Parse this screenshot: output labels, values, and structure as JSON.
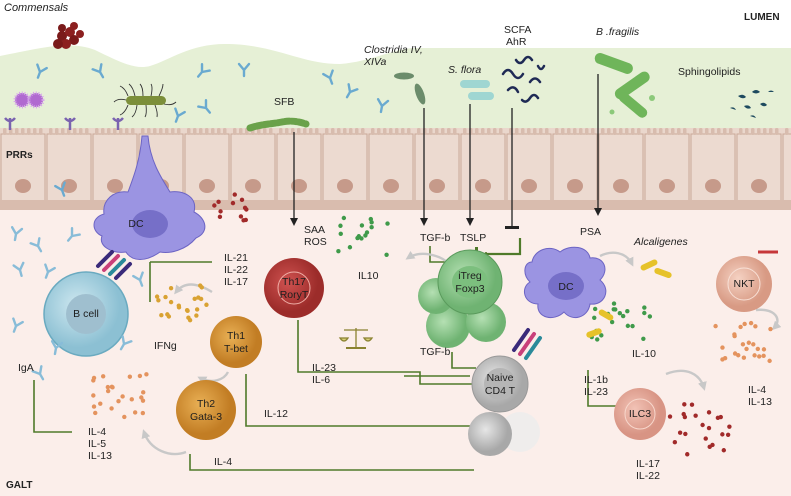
{
  "regions": {
    "commensals": "Commensals",
    "lumen": "LUMEN",
    "prrs": "PRRs",
    "galt": "GALT"
  },
  "microbes": {
    "sfb": "SFB",
    "clostridia": [
      "Clostridia IV,",
      "XIVa"
    ],
    "s_flora": "S. flora",
    "scfa": [
      "SCFA",
      "AhR"
    ],
    "b_fragilis": "B .fragilis",
    "sphingolipids": "Sphingolipids",
    "alcaligenes": "Alcaligenes"
  },
  "cells": {
    "dc_left": "DC",
    "b_cell": "B cell",
    "th17": [
      "Th17",
      "RoryT"
    ],
    "th1": [
      "Th1",
      "T-bet"
    ],
    "th2": [
      "Th2",
      "Gata-3"
    ],
    "itreg": [
      "iTreg",
      "Foxp3"
    ],
    "dc_right": "DC",
    "naive": [
      "Naive",
      "CD4 T"
    ],
    "ilc3": "ILC3",
    "nkt": "NKT"
  },
  "signals": {
    "saa_ros": [
      "SAA",
      "ROS"
    ],
    "il21_22_17": [
      "IL-21",
      "IL-22",
      "IL-17"
    ],
    "il10_mid": "IL10",
    "tgfb_top": "TGF-b",
    "tslp": "TSLP",
    "psa": "PSA",
    "ifng": "IFNg",
    "iga": "IgA",
    "il23_6": [
      "IL-23",
      "IL-6"
    ],
    "tgfb_low": "TGF-b",
    "il10_right": "IL-10",
    "il1b_23": [
      "IL-1b",
      "IL-23"
    ],
    "il12": "IL-12",
    "il4_5_13": [
      "IL-4",
      "IL-5",
      "IL-13"
    ],
    "il4_bottom": "IL-4",
    "il17_22": [
      "IL-17",
      "IL-22"
    ],
    "il4_13": [
      "IL-4",
      "IL-13"
    ]
  },
  "colors": {
    "lumen": "#e6f0d6",
    "epithelium": "#ead7cc",
    "galt": "#fbeeea",
    "pathway_line": "#4f7a2a",
    "inhibit": "#c6373a",
    "th17": "#b53a38",
    "treg": "#8ccb8e",
    "dc": "#8b84d8",
    "bcell": "#a9d2e2",
    "th": "#d99a37",
    "naive": "#c9c9c9",
    "nkt": "#e9b6a2"
  }
}
